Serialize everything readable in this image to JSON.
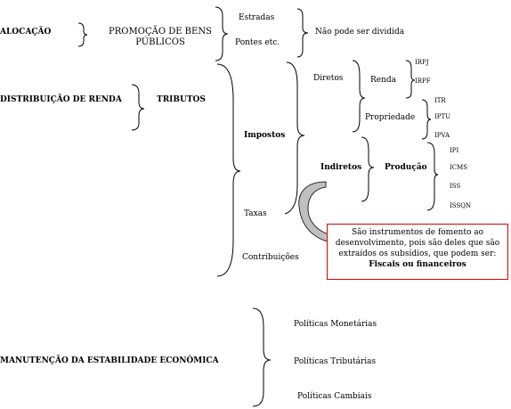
{
  "alocacao": {
    "label": "ALOCAÇÃO",
    "promocao_l1": "PROMOÇÃO DE BENS",
    "promocao_l2": "PÚBLICOS",
    "estradas": "Estradas",
    "pontes": "Pontes etc.",
    "nao_dividida": "Não pode ser dividida"
  },
  "distribuicao": {
    "label": "DISTRIBUIÇÃO DE RENDA",
    "tributos": "TRIBUTOS",
    "impostos": "Impostos",
    "taxas": "Taxas",
    "contribuicoes": "Contribuições",
    "diretos": "Diretos",
    "renda": "Renda",
    "irpj": "IRPJ",
    "irpf": "IRPF",
    "propriedade": "Propriedade",
    "itr": "ITR",
    "iptu": "IPTU",
    "ipva": "IPVA",
    "indiretos": "Indiretos",
    "producao": "Produção",
    "ipi": "IPI",
    "icms": "ICMS",
    "iss": "ISS",
    "issqn": "ISSQN"
  },
  "callout": {
    "text": "São instrumentos de fomento ao desenvolvimento, pois são deles que são extraídos os subsídios, que podem ser: ",
    "bold": "Fiscais ou financeiros",
    "border_color": "#e00000"
  },
  "estabilidade": {
    "label": "MANUTENÇÃO DA ESTABILIDADE ECONÔMICA",
    "monetarias": "Políticas Monetárias",
    "tributarias": "Políticas Tributárias",
    "cambiais": "Políticas Cambiais"
  }
}
